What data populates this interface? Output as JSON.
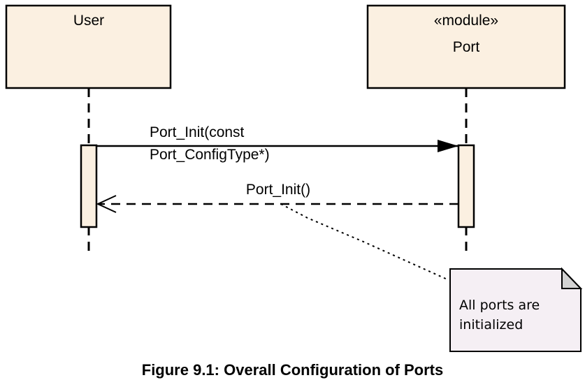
{
  "colors": {
    "lifeline_fill": "#fbf0e1",
    "note_fill": "#f5eff4",
    "note_fold": "#d3d3d3",
    "stroke": "#000000"
  },
  "lifelines": {
    "user": {
      "name": "User"
    },
    "port": {
      "stereotype": "«module»",
      "name": "Port"
    }
  },
  "messages": {
    "init_call": {
      "line1": "Port_Init(const",
      "line2": "Port_ConfigType*)"
    },
    "init_return": {
      "label": "Port_Init()"
    }
  },
  "note": {
    "line1": "All ports are",
    "line2": "initialized"
  },
  "caption": "Figure 9.1: Overall Configuration of Ports"
}
